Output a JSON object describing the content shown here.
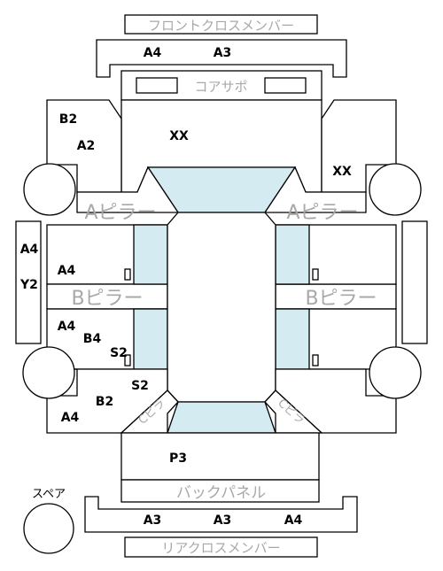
{
  "labels": {
    "front_cross_member": "フロントクロスメンバー",
    "core_support": "コアサポ",
    "a_pillar_left": "Aピラー",
    "a_pillar_right": "Aピラー",
    "b_pillar_left": "Bピラー",
    "b_pillar_right": "Bピラー",
    "c_pillar_left": "Cピラ",
    "c_pillar_right": "Cピラ",
    "back_panel": "バックパネル",
    "rear_cross_member": "リアクロスメンバー",
    "spare": "スペア"
  },
  "codes": {
    "front_a4": "A4",
    "front_a3": "A3",
    "left_front_b2": "B2",
    "left_front_a2": "A2",
    "hood_xx": "XX",
    "right_front_xx": "XX",
    "left_rocker_a4": "A4",
    "left_rocker_y2": "Y2",
    "left_front_door_a4": "A4",
    "left_rear_door_a4": "A4",
    "left_rear_door_b4": "B4",
    "left_rear_door_s2": "S2",
    "left_rear_s2": "S2",
    "left_rear_b2": "B2",
    "left_rear_a4": "A4",
    "trunk_p3": "P3",
    "rear_a3_1": "A3",
    "rear_a3_2": "A3",
    "rear_a4": "A4"
  },
  "colors": {
    "outline": "#000000",
    "glass": "#d4ebf2",
    "muted_label": "#a8a8a8"
  }
}
